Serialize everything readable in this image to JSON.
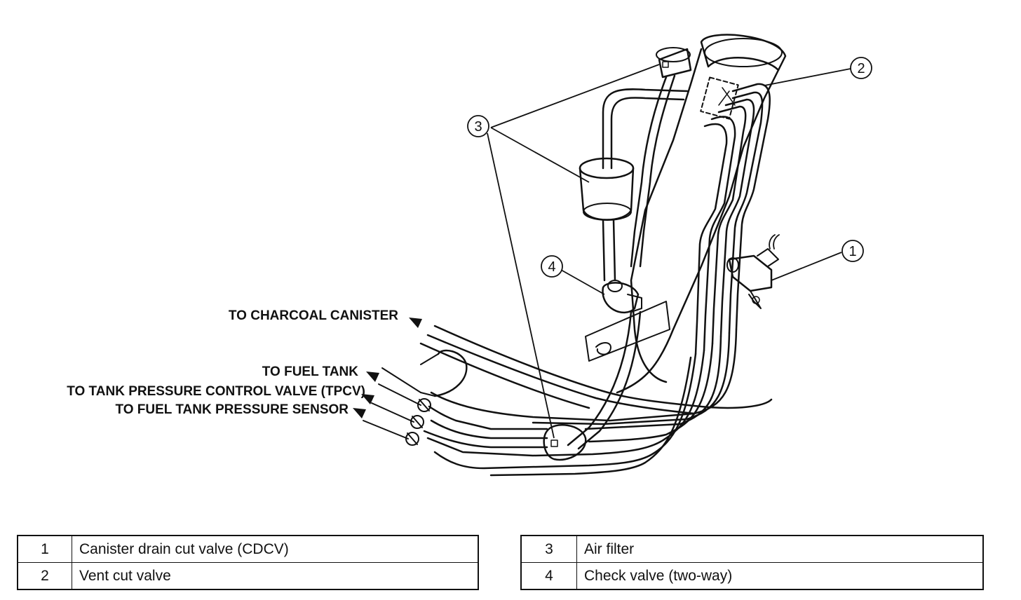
{
  "callouts": {
    "c1": "1",
    "c2": "2",
    "c3": "3",
    "c4": "4"
  },
  "labels": {
    "charcoal": "TO CHARCOAL CANISTER",
    "fuel_tank": "TO FUEL TANK",
    "tpcv": "TO TANK PRESSURE CONTROL VALVE (TPCV)",
    "sensor": "TO FUEL TANK PRESSURE SENSOR"
  },
  "legend": {
    "left": [
      {
        "num": "1",
        "text": "Canister drain cut valve (CDCV)"
      },
      {
        "num": "2",
        "text": "Vent cut valve"
      }
    ],
    "right": [
      {
        "num": "3",
        "text": "Air filter"
      },
      {
        "num": "4",
        "text": "Check valve (two-way)"
      }
    ]
  }
}
